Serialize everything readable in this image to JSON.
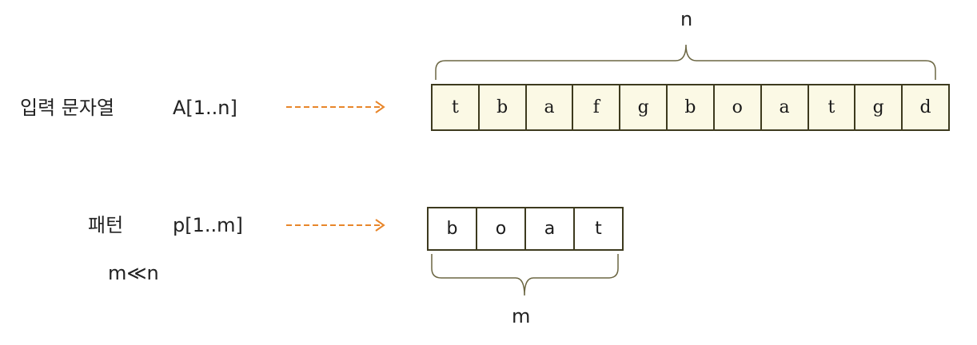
{
  "input": {
    "label": "입력 문자열",
    "notation": "A[1..n]",
    "chars": [
      "t",
      "b",
      "a",
      "f",
      "g",
      "b",
      "o",
      "a",
      "t",
      "g",
      "d"
    ],
    "brace_label": "n"
  },
  "pattern": {
    "label": "패턴",
    "notation": "p[1..m]",
    "chars": [
      "b",
      "o",
      "a",
      "t"
    ],
    "brace_label": "m",
    "relation": "m≪n"
  },
  "colors": {
    "arrow": "#e8862a",
    "cell_border": "#3d3a1e",
    "input_cell_fill": "#fbf9e5",
    "brace": "#6b6642"
  }
}
